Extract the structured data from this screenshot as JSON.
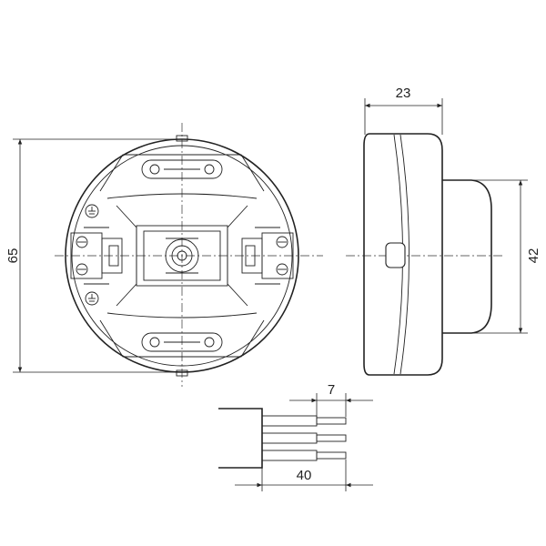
{
  "dimensions": {
    "height_front": "65",
    "depth_side": "23",
    "knob_height": "42",
    "strip_length": "7",
    "wire_length": "40"
  }
}
